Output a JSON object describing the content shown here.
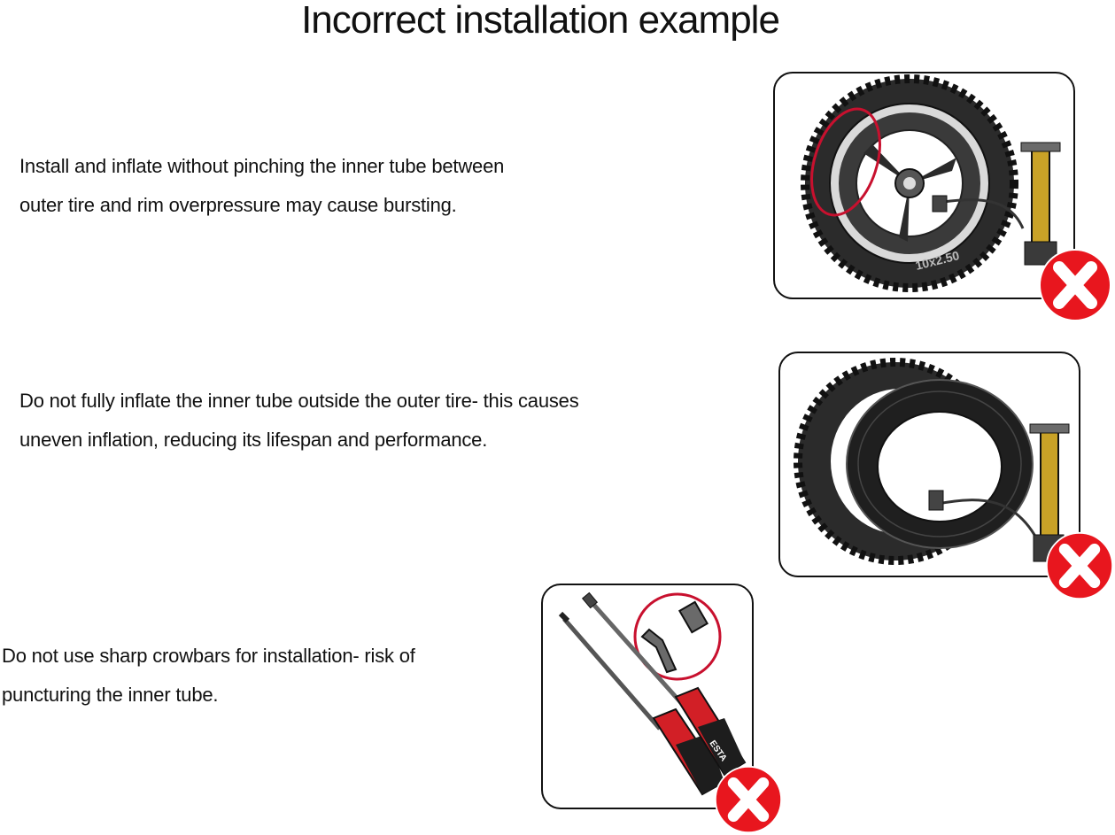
{
  "page": {
    "title": "Incorrect installation example"
  },
  "examples": [
    {
      "lines": [
        "Install and inflate without pinching the inner tube between",
        "outer tire and rim overpressure may cause bursting."
      ],
      "tire_size_label": "10x2.50"
    },
    {
      "lines": [
        "Do not fully inflate the inner tube outside the outer tire- this causes",
        "uneven inflation, reducing its lifespan and performance."
      ]
    },
    {
      "lines": [
        "Do not use sharp crowbars for installation- risk of",
        "puncturing the inner tube."
      ],
      "handle_label": "ESTA"
    }
  ],
  "colors": {
    "wrong_mark": "#e8161e",
    "circle_highlight": "#c8102e",
    "tire": "#2b2b2b",
    "pump_brass": "#c9a227",
    "handle_red": "#d21f26"
  },
  "icons": {
    "wrong": "x-mark-icon"
  }
}
